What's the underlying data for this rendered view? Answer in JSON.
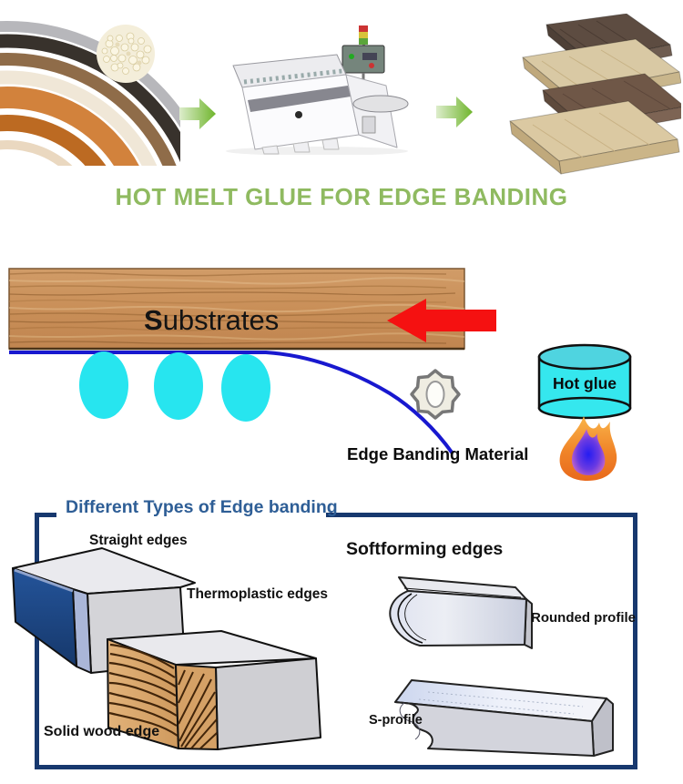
{
  "title": {
    "text": "HOT MELT GLUE FOR EDGE BANDING"
  },
  "process": {
    "substrates_initial": "S",
    "substrates_rest": "ubstrates",
    "edge_banding_material": "Edge Banding Material",
    "hot_glue": "Hot glue"
  },
  "types": {
    "title": "Different Types of Edge banding",
    "straight_edges": "Straight edges",
    "thermoplastic_edges": "Thermoplastic edges",
    "solid_wood_edge": "Solid wood edge",
    "softforming_edges": "Softforming edges",
    "rounded_profile": "Rounded profile",
    "s_profile": "S-profile"
  },
  "icons": {
    "flow_arrow": "block-arrow-right",
    "feed_arrow": "block-arrow-left",
    "trimming_cutter": "scalloped-gear",
    "glue_pot": "cylinder",
    "flame": "flame-shape",
    "glue_dots": "cyan-ellipses"
  },
  "colors": {
    "title_green": "#8fba60",
    "flow_arrow_green": "#6fb52c",
    "substrate_wood": "#cb9361",
    "feed_arrow_red": "#f51111",
    "glue_line_blue": "#1818cf",
    "glue_dot_cyan": "#27e5ef",
    "glue_pot_cyan": "#35e7ee",
    "flame_orange": "#f08428",
    "flame_core_blue": "#2a20f0",
    "types_border_navy": "#17386e",
    "types_title_blue": "#2e5e96",
    "straight_edge_blue": "#1e4a8c"
  }
}
